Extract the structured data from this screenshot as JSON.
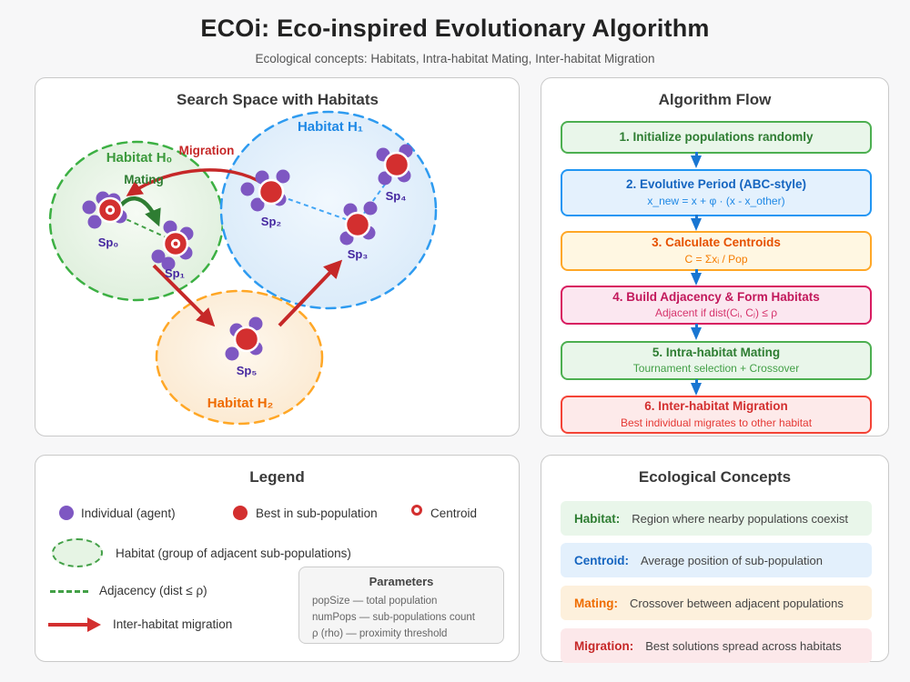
{
  "header": {
    "title": "ECOi: Eco-inspired Evolutionary Algorithm",
    "subtitle": "Ecological concepts: Habitats, Intra-habitat Mating, Inter-habitat Migration"
  },
  "search_space": {
    "title": "Search Space with Habitats",
    "habitat_labels": [
      "Habitat H₀",
      "Habitat H₁",
      "Habitat H₂"
    ],
    "subpop_labels": [
      "Sp₀",
      "Sp₁",
      "Sp₂",
      "Sp₃",
      "Sp₄",
      "Sp₅"
    ],
    "annotations": {
      "migration": "Migration",
      "mating": "Mating"
    }
  },
  "flow": {
    "title": "Algorithm Flow",
    "steps": [
      {
        "title": "1. Initialize populations randomly",
        "subtitle": ""
      },
      {
        "title": "2. Evolutive Period (ABC-style)",
        "subtitle": "x_new = x + φ · (x - x_other)"
      },
      {
        "title": "3. Calculate Centroids",
        "subtitle": "C = Σxᵢ / Pop"
      },
      {
        "title": "4. Build Adjacency & Form Habitats",
        "subtitle": "Adjacent if dist(Cᵢ, Cⱼ) ≤ ρ"
      },
      {
        "title": "5. Intra-habitat Mating",
        "subtitle": "Tournament selection + Crossover"
      },
      {
        "title": "6. Inter-habitat Migration",
        "subtitle": "Best individual migrates to other habitat"
      }
    ]
  },
  "legend": {
    "title": "Legend",
    "items": {
      "individual": "Individual (agent)",
      "best": "Best in sub-population",
      "centroid": "Centroid",
      "habitat": "Habitat (group of adjacent sub-populations)",
      "adjacency": "Adjacency (dist ≤ ρ)",
      "migration": "Inter-habitat migration"
    },
    "parameters": {
      "title": "Parameters",
      "items": [
        "popSize — total population",
        "numPops — sub-populations count",
        "ρ (rho) — proximity threshold"
      ]
    }
  },
  "concepts": {
    "title": "Ecological Concepts",
    "rows": [
      {
        "term": "Habitat:",
        "desc": "Region where nearby populations coexist"
      },
      {
        "term": "Centroid:",
        "desc": "Average position of sub-population"
      },
      {
        "term": "Mating:",
        "desc": "Crossover between adjacent populations"
      },
      {
        "term": "Migration:",
        "desc": "Best solutions spread across habitats"
      }
    ]
  },
  "colors": {
    "individual": "#7E57C2",
    "best": "#D32F2F",
    "centroid_ring": "#D32F2F",
    "habitat_green": "#43A047",
    "habitat_blue": "#2E9BF0",
    "habitat_orange": "#FFA726",
    "migration_red": "#C62828",
    "mating_green": "#2E7D32",
    "flow_arrow_blue": "#1976D2",
    "subpop_label": "#4527A0"
  }
}
